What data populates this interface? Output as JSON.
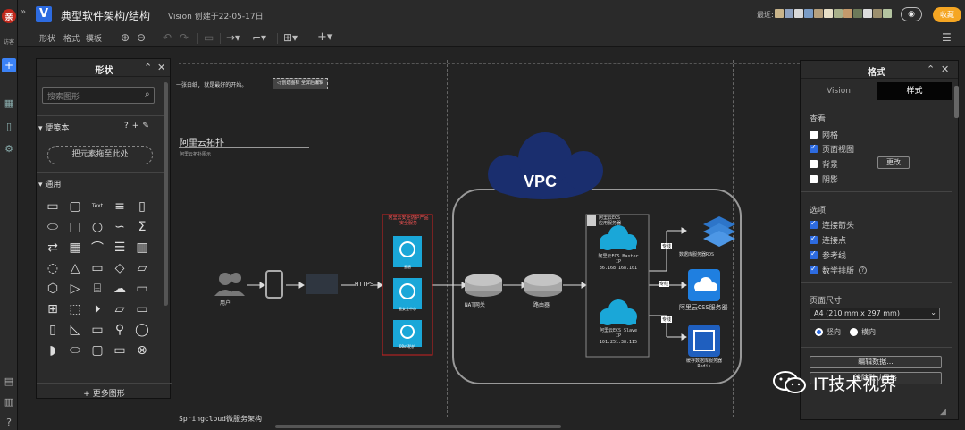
{
  "app": {
    "rail_label": "访客",
    "title": "典型软件架构/结构",
    "meta": "Vision 创建于22-05-17日",
    "recent_label": "最近:",
    "favorite_label": "收藏"
  },
  "toolbar": {
    "shape_label": "形状",
    "style_label": "格式",
    "template_label": "模板"
  },
  "shapes_panel": {
    "title": "形状",
    "search_placeholder": "搜索图形",
    "scratchpad_label": "便笺本",
    "scratchpad_actions": [
      "?",
      "+",
      "✎"
    ],
    "drop_hint": "把元素拖至此处",
    "general_label": "通用",
    "more_label": "+ 更多图形"
  },
  "canvas": {
    "intro_text": "一张白纸, 就是最好的开始。",
    "intro_button": "◁ 创建图标 全屏后编辑",
    "section_title": "阿里云拓扑",
    "section_sub": "阿里云拓扑图示",
    "vpc_label": "VPC",
    "user_label": "用户",
    "https_label": "HTTPS",
    "security_title": "阿里云安全防护产品\n安全服务",
    "security_items": [
      "云盾",
      "云安全中心",
      "DDoS防护"
    ],
    "nat_label": "NAT网关",
    "router_label": "路由器",
    "ecs_group_label": "阿里云ECS\n应用服务器",
    "ecs_master_label": "阿里云ECS Master",
    "ecs_master_sub": "IP",
    "ecs_master_ip": "36.168.168.101",
    "ecs_slave_label": "阿里云ECS Slave",
    "ecs_slave_sub": "IP",
    "ecs_slave_ip": "101.251.38.115",
    "rds_label": "数据库服务器RDS",
    "oss_label": "阿里云OSS服务器",
    "redis_label": "缓存数据库服务器\nRedis",
    "connector_tags": [
      "专线",
      "专线",
      "专线"
    ],
    "bottom_title": "Springcloud微服务架构"
  },
  "format_panel": {
    "title": "格式",
    "tab_vision": "Vision",
    "tab_style": "样式",
    "view_label": "查看",
    "view_options": [
      {
        "label": "网格",
        "checked": false
      },
      {
        "label": "页面视图",
        "checked": true
      },
      {
        "label": "背景",
        "checked": false
      },
      {
        "label": "阴影",
        "checked": false
      }
    ],
    "change_button": "更改",
    "options_label": "选项",
    "option_items": [
      {
        "label": "连接箭头",
        "checked": true
      },
      {
        "label": "连接点",
        "checked": true
      },
      {
        "label": "参考线",
        "checked": true
      },
      {
        "label": "数学排版",
        "checked": true
      }
    ],
    "page_size_label": "页面尺寸",
    "page_size_value": "A4 (210 mm x 297 mm)",
    "orientation_portrait": "竖向",
    "orientation_landscape": "横向",
    "edit_data_button": "编辑数据...",
    "clear_style_button": "清除默认风格"
  },
  "watermark": "IT技术视界",
  "colors": {
    "accent_blue": "#2d6be0",
    "favorite_orange": "#f5a623",
    "cloud_navy": "#1a2e6e",
    "security_red": "#cc2222",
    "aliyun_cyan": "#1aa7d8"
  }
}
